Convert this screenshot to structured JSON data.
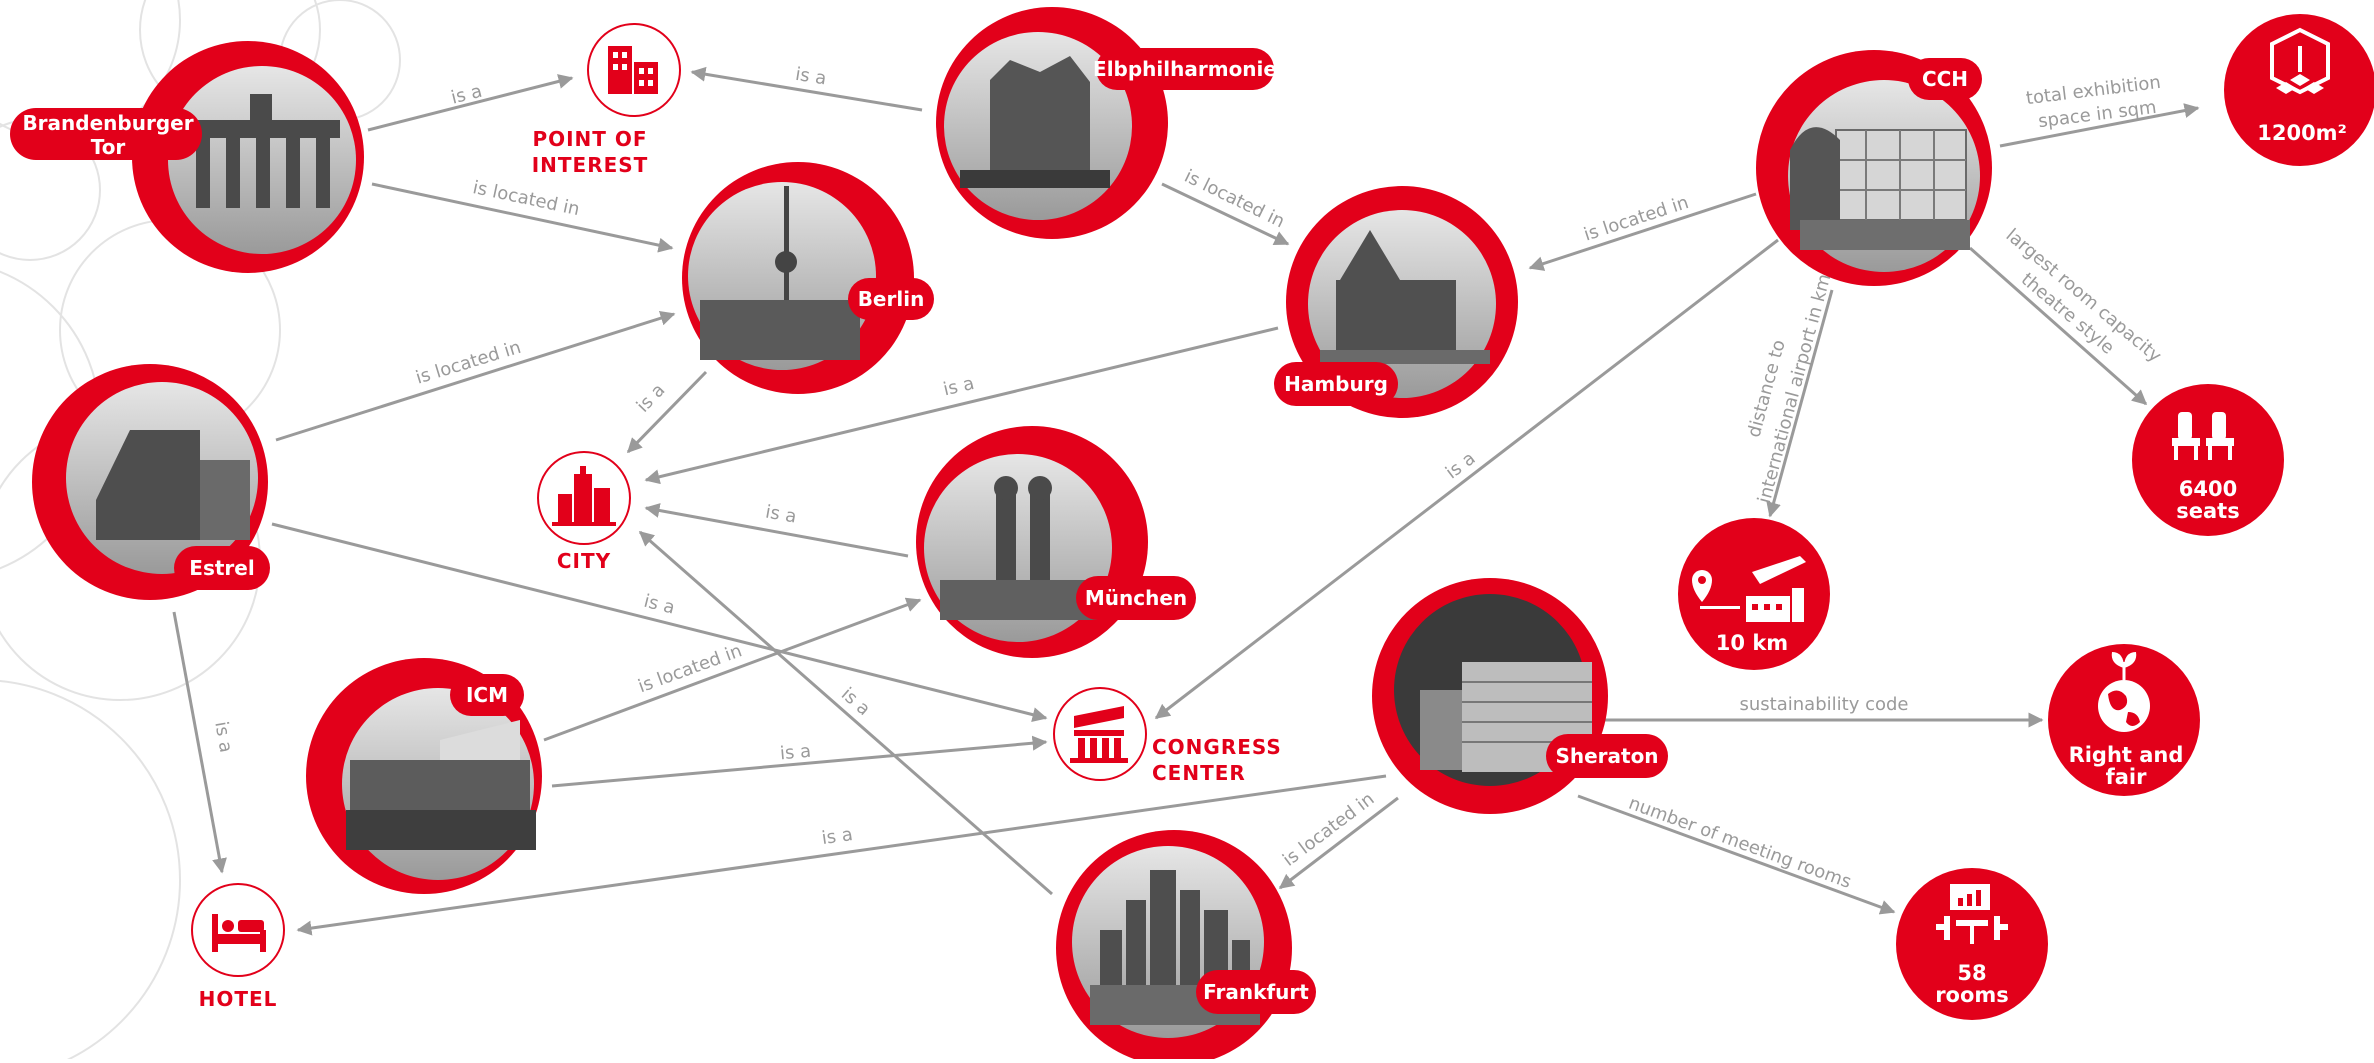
{
  "colors": {
    "brand_red": "#e2001a",
    "edge_gray": "#9a9a9a",
    "photo_gray": "#8c8c8c"
  },
  "entities": {
    "brandenburger_tor": {
      "label_line1": "Brandenburger",
      "label_line2": "Tor"
    },
    "elbphilharmonie": {
      "label": "Elbphilharmonie"
    },
    "berlin": {
      "label": "Berlin"
    },
    "hamburg": {
      "label": "Hamburg"
    },
    "estrel": {
      "label": "Estrel"
    },
    "muenchen": {
      "label": "München"
    },
    "icm": {
      "label": "ICM"
    },
    "frankfurt": {
      "label": "Frankfurt"
    },
    "sheraton": {
      "label": "Sheraton"
    },
    "cch": {
      "label": "CCH"
    }
  },
  "categories": {
    "point_of_interest": {
      "line1": "POINT OF",
      "line2": "INTEREST",
      "icon": "building-icon"
    },
    "city": {
      "line1": "CITY",
      "icon": "city-skyline-icon"
    },
    "congress_center": {
      "line1": "CONGRESS",
      "line2": "CENTER",
      "icon": "congress-hall-icon"
    },
    "hotel": {
      "line1": "HOTEL",
      "icon": "bed-icon"
    }
  },
  "values": {
    "exhibition_space": {
      "line1": "1200m²",
      "icon": "exhibition-floor-icon"
    },
    "seats": {
      "line1": "6400",
      "line2": "seats",
      "icon": "theatre-seats-icon"
    },
    "airport_distance": {
      "line1": "10 km",
      "icon": "airport-icon"
    },
    "sustainability": {
      "line1": "Right and",
      "line2": "fair",
      "icon": "globe-plant-icon"
    },
    "meeting_rooms": {
      "line1": "58",
      "line2": "rooms",
      "icon": "meeting-room-icon"
    }
  },
  "edges": {
    "tor_isa": {
      "label": "is a"
    },
    "tor_located": {
      "label": "is located in"
    },
    "elbphil_isa": {
      "label": "is a"
    },
    "elbphil_located": {
      "label": "is located in"
    },
    "estrel_located": {
      "label": "is located in"
    },
    "berlin_isa": {
      "label": "is a"
    },
    "hamburg_isa": {
      "label": "is a"
    },
    "muenchen_isa": {
      "label": "is a"
    },
    "estrel_isa_congress": {
      "label": "is a"
    },
    "estrel_isa_hotel": {
      "label": "is a"
    },
    "icm_located": {
      "label": "is located in"
    },
    "icm_isa": {
      "label": "is a"
    },
    "frankfurt_isa": {
      "label": "is a"
    },
    "sheraton_isa_hotel": {
      "label": "is a"
    },
    "sheraton_located": {
      "label": "is located in"
    },
    "sheraton_sustain": {
      "label": "sustainability code"
    },
    "sheraton_rooms": {
      "label": "number of meeting rooms"
    },
    "cch_located": {
      "label": "is located in"
    },
    "cch_isa": {
      "label": "is a"
    },
    "cch_space": {
      "line1": "total exhibition",
      "line2": "space in sqm"
    },
    "cch_capacity": {
      "line1": "largest room capacity",
      "line2": "theatre style"
    },
    "cch_distance": {
      "line1": "distance to",
      "line2": "international airport in km"
    }
  }
}
